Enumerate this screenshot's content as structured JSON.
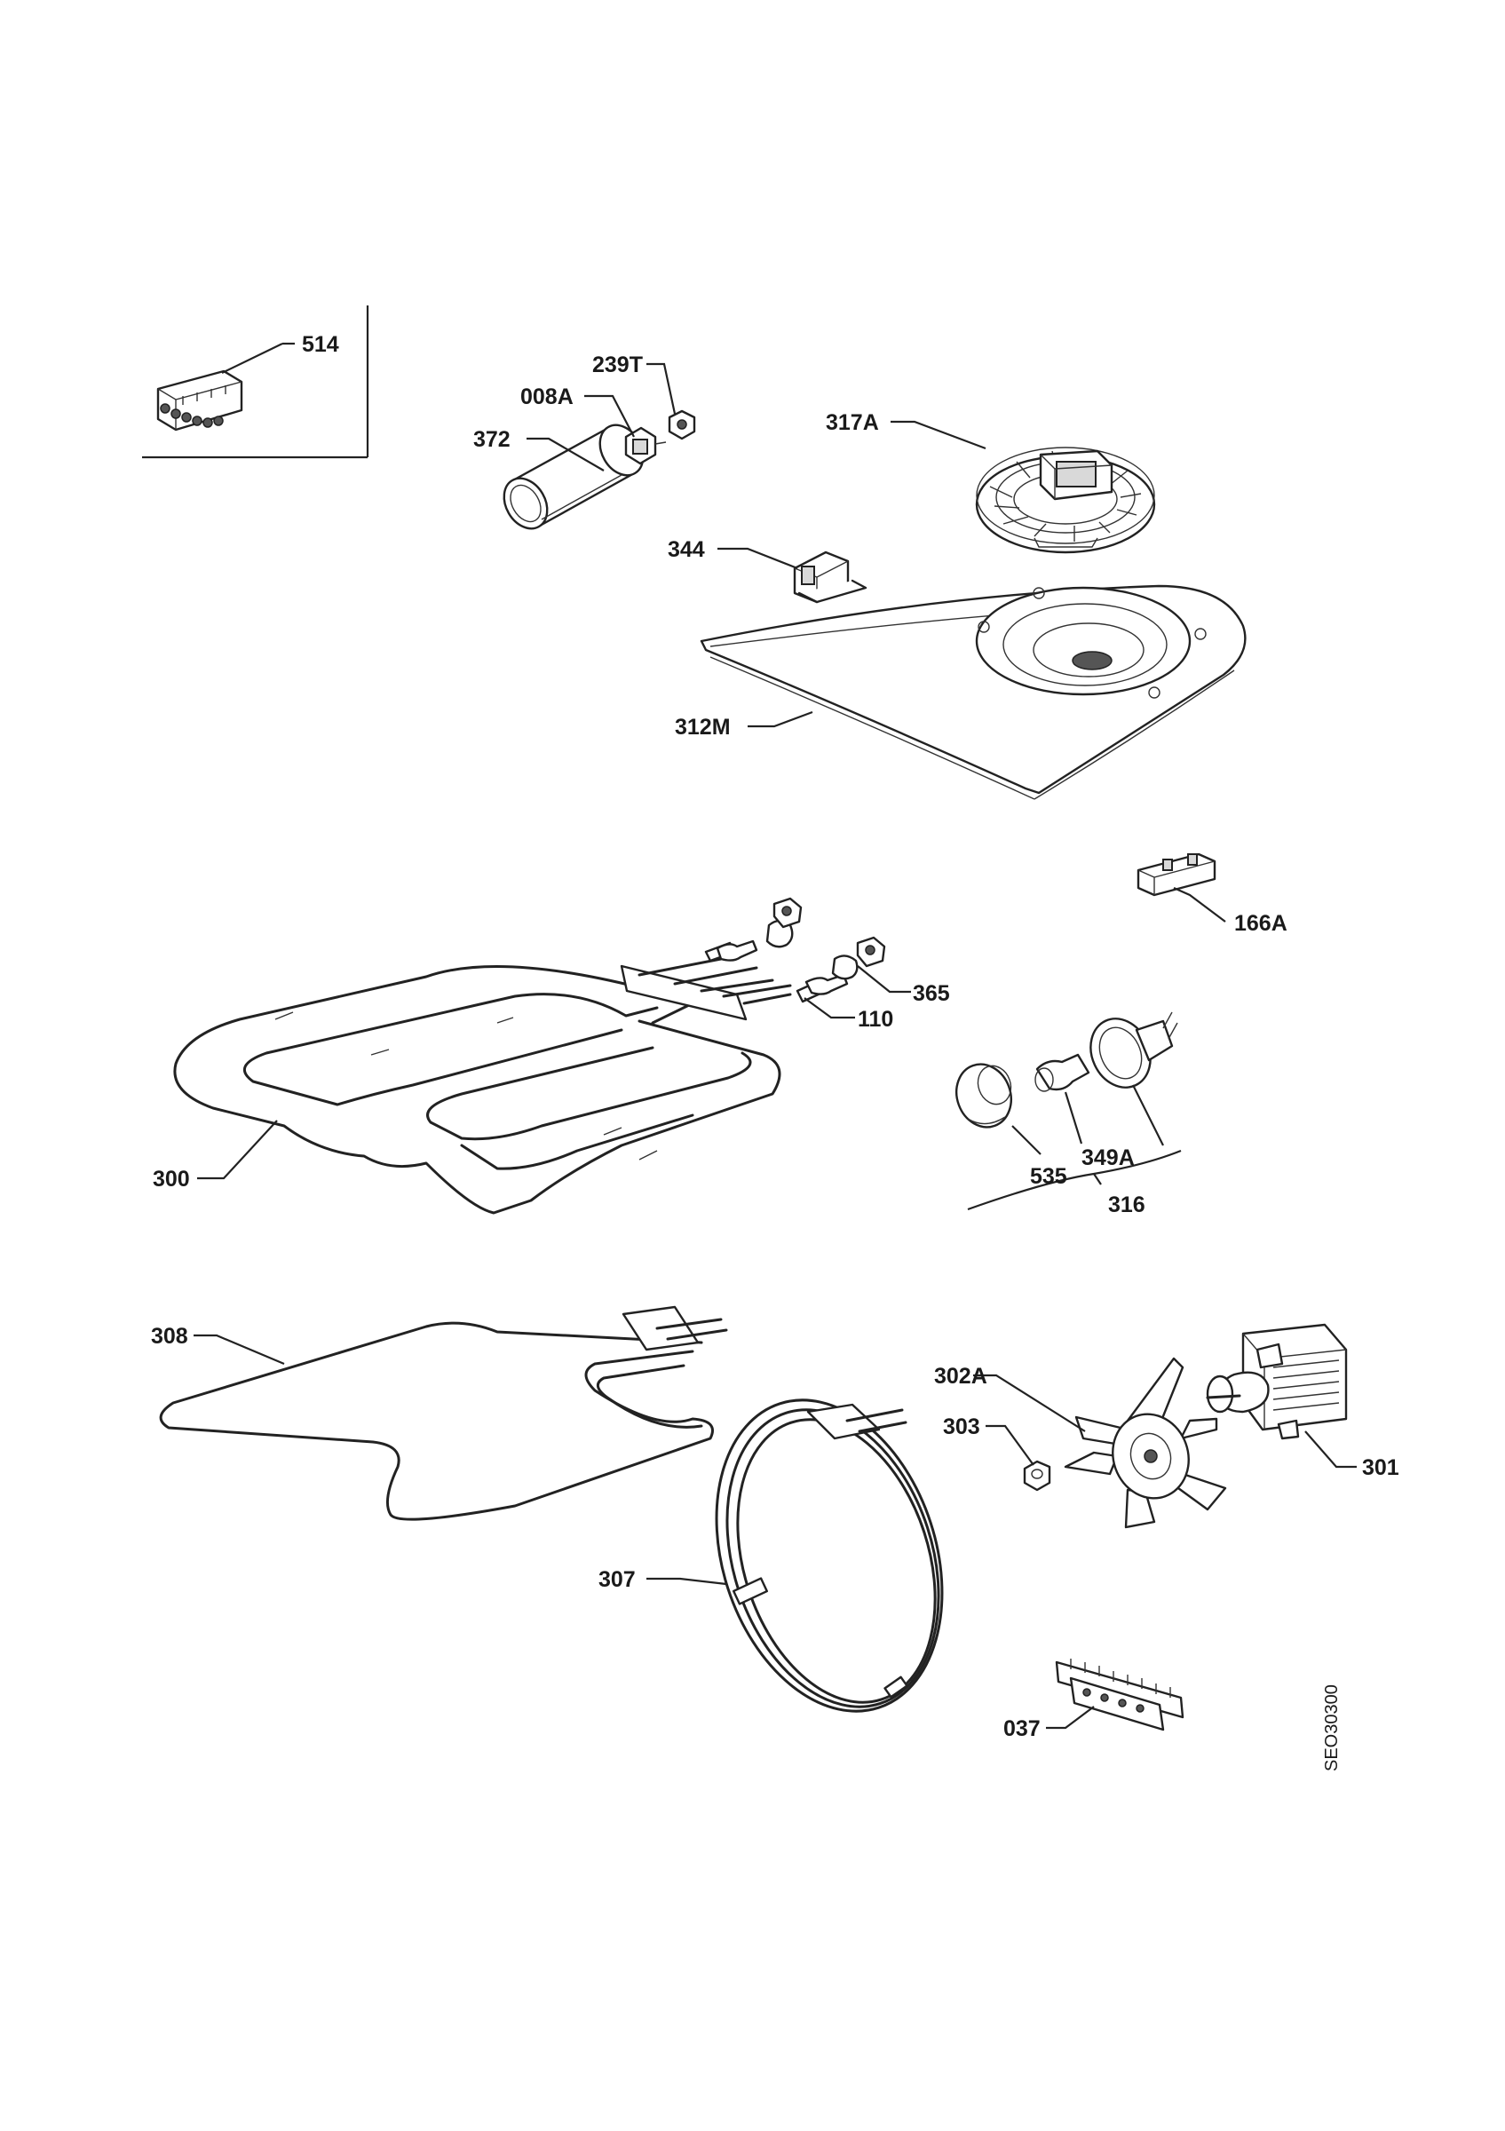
{
  "drawing_code": "SEO30300",
  "parts": [
    {
      "id": "p514",
      "label": "514"
    },
    {
      "id": "p239T",
      "label": "239T"
    },
    {
      "id": "p008A",
      "label": "008A"
    },
    {
      "id": "p372",
      "label": "372"
    },
    {
      "id": "p317A",
      "label": "317A"
    },
    {
      "id": "p344",
      "label": "344"
    },
    {
      "id": "p312M",
      "label": "312M"
    },
    {
      "id": "p166A",
      "label": "166A"
    },
    {
      "id": "p365",
      "label": "365"
    },
    {
      "id": "p110",
      "label": "110"
    },
    {
      "id": "p300",
      "label": "300"
    },
    {
      "id": "p535",
      "label": "535"
    },
    {
      "id": "p349A",
      "label": "349A"
    },
    {
      "id": "p316",
      "label": "316"
    },
    {
      "id": "p308",
      "label": "308"
    },
    {
      "id": "p302A",
      "label": "302A"
    },
    {
      "id": "p303",
      "label": "303"
    },
    {
      "id": "p301",
      "label": "301"
    },
    {
      "id": "p307",
      "label": "307"
    },
    {
      "id": "p037",
      "label": "037"
    }
  ]
}
